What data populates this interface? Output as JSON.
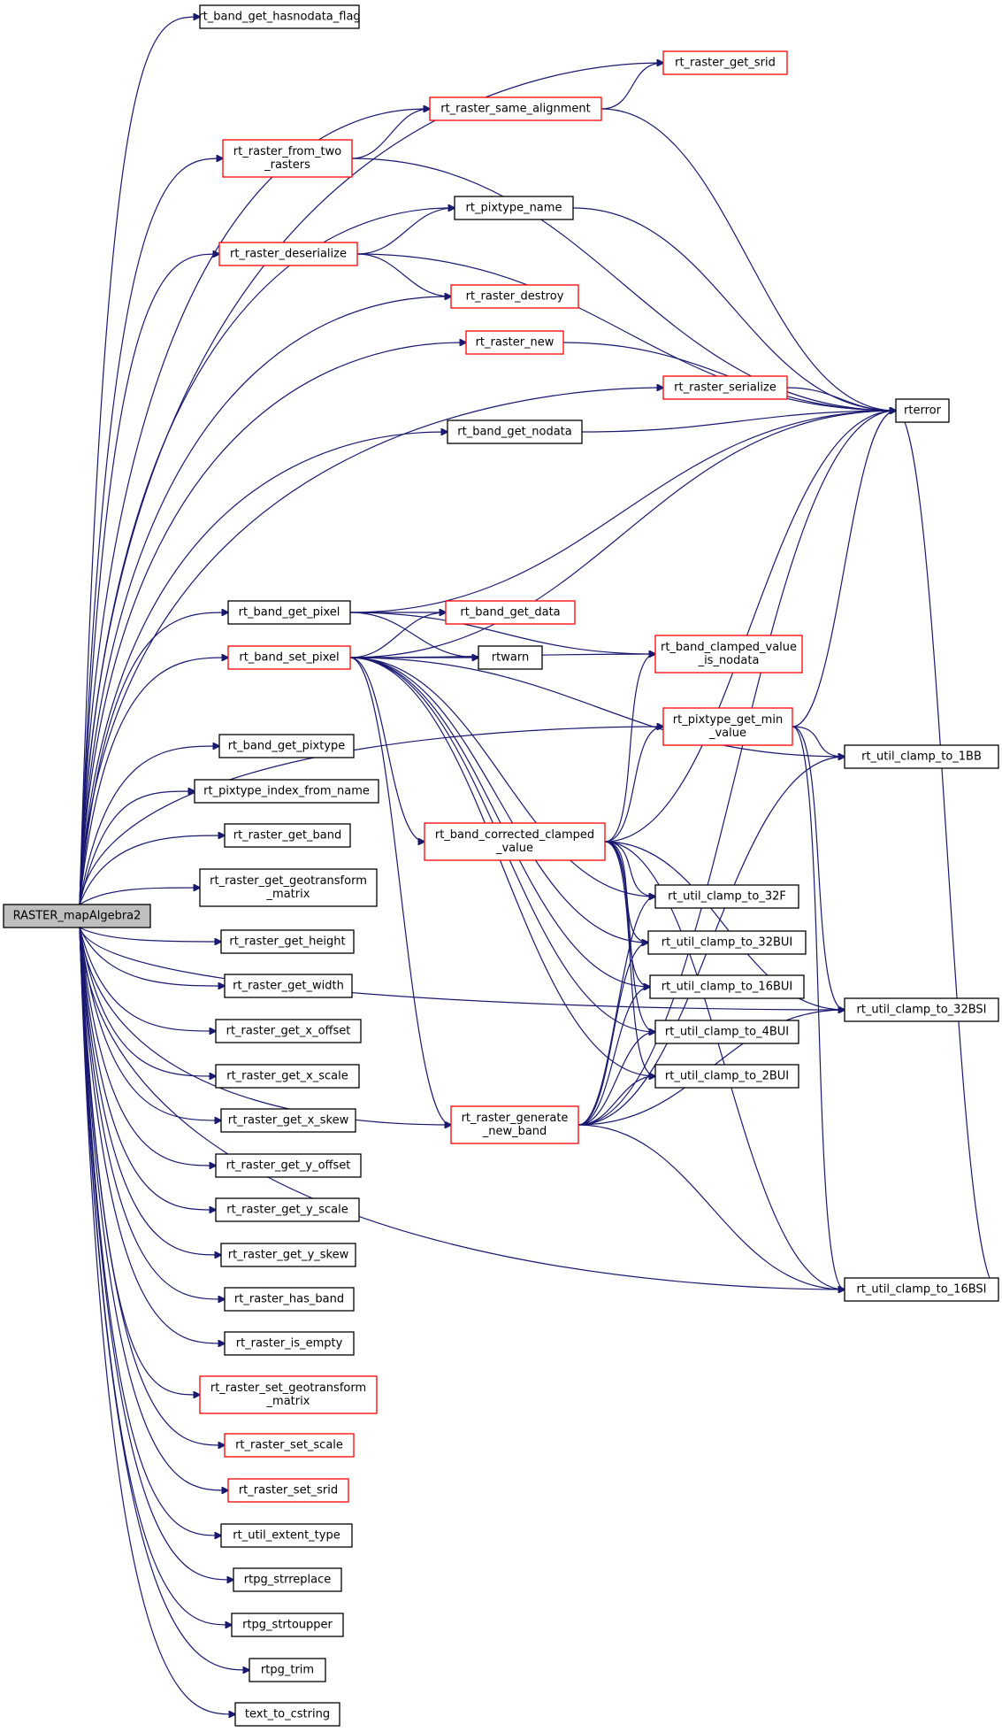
{
  "root": "RASTER_mapAlgebra2",
  "nodes": [
    {
      "id": "root",
      "lines": [
        "RASTER_mapAlgebra2"
      ],
      "style": "root"
    },
    {
      "id": "hasnodata",
      "lines": [
        "rt_band_get_hasnodata_flag"
      ],
      "style": "plain"
    },
    {
      "id": "getsrid",
      "lines": [
        "rt_raster_get_srid"
      ],
      "style": "linked"
    },
    {
      "id": "samealign",
      "lines": [
        "rt_raster_same_alignment"
      ],
      "style": "linked"
    },
    {
      "id": "fromtwo",
      "lines": [
        "rt_raster_from_two",
        "_rasters"
      ],
      "style": "linked"
    },
    {
      "id": "pixname",
      "lines": [
        "rt_pixtype_name"
      ],
      "style": "plain"
    },
    {
      "id": "deserialize",
      "lines": [
        "rt_raster_deserialize"
      ],
      "style": "linked"
    },
    {
      "id": "destroy",
      "lines": [
        "rt_raster_destroy"
      ],
      "style": "linked"
    },
    {
      "id": "rnew",
      "lines": [
        "rt_raster_new"
      ],
      "style": "linked"
    },
    {
      "id": "serialize",
      "lines": [
        "rt_raster_serialize"
      ],
      "style": "linked"
    },
    {
      "id": "rterror",
      "lines": [
        "rterror"
      ],
      "style": "plain"
    },
    {
      "id": "getnodata",
      "lines": [
        "rt_band_get_nodata"
      ],
      "style": "plain"
    },
    {
      "id": "getpixel",
      "lines": [
        "rt_band_get_pixel"
      ],
      "style": "plain"
    },
    {
      "id": "getdata",
      "lines": [
        "rt_band_get_data"
      ],
      "style": "linked"
    },
    {
      "id": "setpixel",
      "lines": [
        "rt_band_set_pixel"
      ],
      "style": "linked"
    },
    {
      "id": "rtwarn",
      "lines": [
        "rtwarn"
      ],
      "style": "plain"
    },
    {
      "id": "clampnodata",
      "lines": [
        "rt_band_clamped_value",
        "_is_nodata"
      ],
      "style": "linked"
    },
    {
      "id": "pixmin",
      "lines": [
        "rt_pixtype_get_min",
        "_value"
      ],
      "style": "linked"
    },
    {
      "id": "c1bb",
      "lines": [
        "rt_util_clamp_to_1BB"
      ],
      "style": "plain"
    },
    {
      "id": "getpixtype",
      "lines": [
        "rt_band_get_pixtype"
      ],
      "style": "plain"
    },
    {
      "id": "pixindex",
      "lines": [
        "rt_pixtype_index_from_name"
      ],
      "style": "plain"
    },
    {
      "id": "getband",
      "lines": [
        "rt_raster_get_band"
      ],
      "style": "plain"
    },
    {
      "id": "corrected",
      "lines": [
        "rt_band_corrected_clamped",
        "_value"
      ],
      "style": "linked"
    },
    {
      "id": "getgeo",
      "lines": [
        "rt_raster_get_geotransform",
        "_matrix"
      ],
      "style": "plain"
    },
    {
      "id": "c32f",
      "lines": [
        "rt_util_clamp_to_32F"
      ],
      "style": "plain"
    },
    {
      "id": "getheight",
      "lines": [
        "rt_raster_get_height"
      ],
      "style": "plain"
    },
    {
      "id": "c32bui",
      "lines": [
        "rt_util_clamp_to_32BUI"
      ],
      "style": "plain"
    },
    {
      "id": "getwidth",
      "lines": [
        "rt_raster_get_width"
      ],
      "style": "plain"
    },
    {
      "id": "c16bui",
      "lines": [
        "rt_util_clamp_to_16BUI"
      ],
      "style": "plain"
    },
    {
      "id": "c32bsi",
      "lines": [
        "rt_util_clamp_to_32BSI"
      ],
      "style": "plain"
    },
    {
      "id": "getxoff",
      "lines": [
        "rt_raster_get_x_offset"
      ],
      "style": "plain"
    },
    {
      "id": "c4bui",
      "lines": [
        "rt_util_clamp_to_4BUI"
      ],
      "style": "plain"
    },
    {
      "id": "getxscale",
      "lines": [
        "rt_raster_get_x_scale"
      ],
      "style": "plain"
    },
    {
      "id": "c2bui",
      "lines": [
        "rt_util_clamp_to_2BUI"
      ],
      "style": "plain"
    },
    {
      "id": "getxskew",
      "lines": [
        "rt_raster_get_x_skew"
      ],
      "style": "plain"
    },
    {
      "id": "genband",
      "lines": [
        "rt_raster_generate",
        "_new_band"
      ],
      "style": "linked"
    },
    {
      "id": "getyoff",
      "lines": [
        "rt_raster_get_y_offset"
      ],
      "style": "plain"
    },
    {
      "id": "getyscale",
      "lines": [
        "rt_raster_get_y_scale"
      ],
      "style": "plain"
    },
    {
      "id": "getyskew",
      "lines": [
        "rt_raster_get_y_skew"
      ],
      "style": "plain"
    },
    {
      "id": "c16bsi",
      "lines": [
        "rt_util_clamp_to_16BSI"
      ],
      "style": "plain"
    },
    {
      "id": "hasband",
      "lines": [
        "rt_raster_has_band"
      ],
      "style": "plain"
    },
    {
      "id": "isempty",
      "lines": [
        "rt_raster_is_empty"
      ],
      "style": "plain"
    },
    {
      "id": "setgeo",
      "lines": [
        "rt_raster_set_geotransform",
        "_matrix"
      ],
      "style": "linked"
    },
    {
      "id": "setscale",
      "lines": [
        "rt_raster_set_scale"
      ],
      "style": "linked"
    },
    {
      "id": "setsrid",
      "lines": [
        "rt_raster_set_srid"
      ],
      "style": "linked"
    },
    {
      "id": "extent",
      "lines": [
        "rt_util_extent_type"
      ],
      "style": "plain"
    },
    {
      "id": "strreplace",
      "lines": [
        "rtpg_strreplace"
      ],
      "style": "plain"
    },
    {
      "id": "strtoupper",
      "lines": [
        "rtpg_strtoupper"
      ],
      "style": "plain"
    },
    {
      "id": "trim",
      "lines": [
        "rtpg_trim"
      ],
      "style": "plain"
    },
    {
      "id": "tocstring",
      "lines": [
        "text_to_cstring"
      ],
      "style": "plain"
    }
  ],
  "edges": [
    [
      "root",
      "hasnodata"
    ],
    [
      "root",
      "getsrid"
    ],
    [
      "root",
      "samealign"
    ],
    [
      "root",
      "fromtwo"
    ],
    [
      "root",
      "pixname"
    ],
    [
      "root",
      "deserialize"
    ],
    [
      "root",
      "destroy"
    ],
    [
      "root",
      "rnew"
    ],
    [
      "root",
      "serialize"
    ],
    [
      "root",
      "getnodata"
    ],
    [
      "root",
      "getpixel"
    ],
    [
      "root",
      "setpixel"
    ],
    [
      "root",
      "getpixtype"
    ],
    [
      "root",
      "pixindex"
    ],
    [
      "root",
      "getband"
    ],
    [
      "root",
      "getgeo"
    ],
    [
      "root",
      "getheight"
    ],
    [
      "root",
      "getwidth"
    ],
    [
      "root",
      "getxoff"
    ],
    [
      "root",
      "getxscale"
    ],
    [
      "root",
      "getxskew"
    ],
    [
      "root",
      "getyoff"
    ],
    [
      "root",
      "getyscale"
    ],
    [
      "root",
      "getyskew"
    ],
    [
      "root",
      "hasband"
    ],
    [
      "root",
      "isempty"
    ],
    [
      "root",
      "setgeo"
    ],
    [
      "root",
      "setscale"
    ],
    [
      "root",
      "setsrid"
    ],
    [
      "root",
      "extent"
    ],
    [
      "root",
      "strreplace"
    ],
    [
      "root",
      "strtoupper"
    ],
    [
      "root",
      "trim"
    ],
    [
      "root",
      "tocstring"
    ],
    [
      "root",
      "pixmin"
    ],
    [
      "root",
      "genband"
    ],
    [
      "root",
      "c16bsi"
    ],
    [
      "root",
      "c32bsi"
    ],
    [
      "samealign",
      "getsrid"
    ],
    [
      "samealign",
      "rterror"
    ],
    [
      "fromtwo",
      "samealign"
    ],
    [
      "fromtwo",
      "rterror"
    ],
    [
      "deserialize",
      "pixname"
    ],
    [
      "deserialize",
      "destroy"
    ],
    [
      "deserialize",
      "rterror"
    ],
    [
      "pixname",
      "rterror"
    ],
    [
      "rnew",
      "rterror"
    ],
    [
      "serialize",
      "rterror"
    ],
    [
      "getnodata",
      "rterror"
    ],
    [
      "getpixel",
      "getdata"
    ],
    [
      "getpixel",
      "rtwarn"
    ],
    [
      "getpixel",
      "rterror"
    ],
    [
      "getpixel",
      "clampnodata"
    ],
    [
      "setpixel",
      "getdata"
    ],
    [
      "setpixel",
      "rtwarn"
    ],
    [
      "setpixel",
      "rterror"
    ],
    [
      "setpixel",
      "clampnodata"
    ],
    [
      "setpixel",
      "corrected"
    ],
    [
      "setpixel",
      "genband"
    ],
    [
      "setpixel",
      "c1bb"
    ],
    [
      "setpixel",
      "c2bui"
    ],
    [
      "setpixel",
      "c4bui"
    ],
    [
      "setpixel",
      "c16bui"
    ],
    [
      "setpixel",
      "c32bui"
    ],
    [
      "setpixel",
      "c32f"
    ],
    [
      "corrected",
      "clampnodata"
    ],
    [
      "corrected",
      "pixmin"
    ],
    [
      "corrected",
      "rterror"
    ],
    [
      "corrected",
      "c32f"
    ],
    [
      "corrected",
      "c32bui"
    ],
    [
      "corrected",
      "c16bui"
    ],
    [
      "corrected",
      "c4bui"
    ],
    [
      "corrected",
      "c2bui"
    ],
    [
      "corrected",
      "c32bsi"
    ],
    [
      "corrected",
      "c16bsi"
    ],
    [
      "pixmin",
      "c1bb"
    ],
    [
      "pixmin",
      "rterror"
    ],
    [
      "pixmin",
      "c32bsi"
    ],
    [
      "pixmin",
      "c16bsi"
    ],
    [
      "genband",
      "c2bui"
    ],
    [
      "genband",
      "c4bui"
    ],
    [
      "genband",
      "c16bui"
    ],
    [
      "genband",
      "c32bui"
    ],
    [
      "genband",
      "c32f"
    ],
    [
      "genband",
      "c1bb"
    ],
    [
      "genband",
      "c32bsi"
    ],
    [
      "genband",
      "c16bsi"
    ],
    [
      "genband",
      "rterror"
    ],
    [
      "c16bsi",
      "rterror"
    ]
  ]
}
